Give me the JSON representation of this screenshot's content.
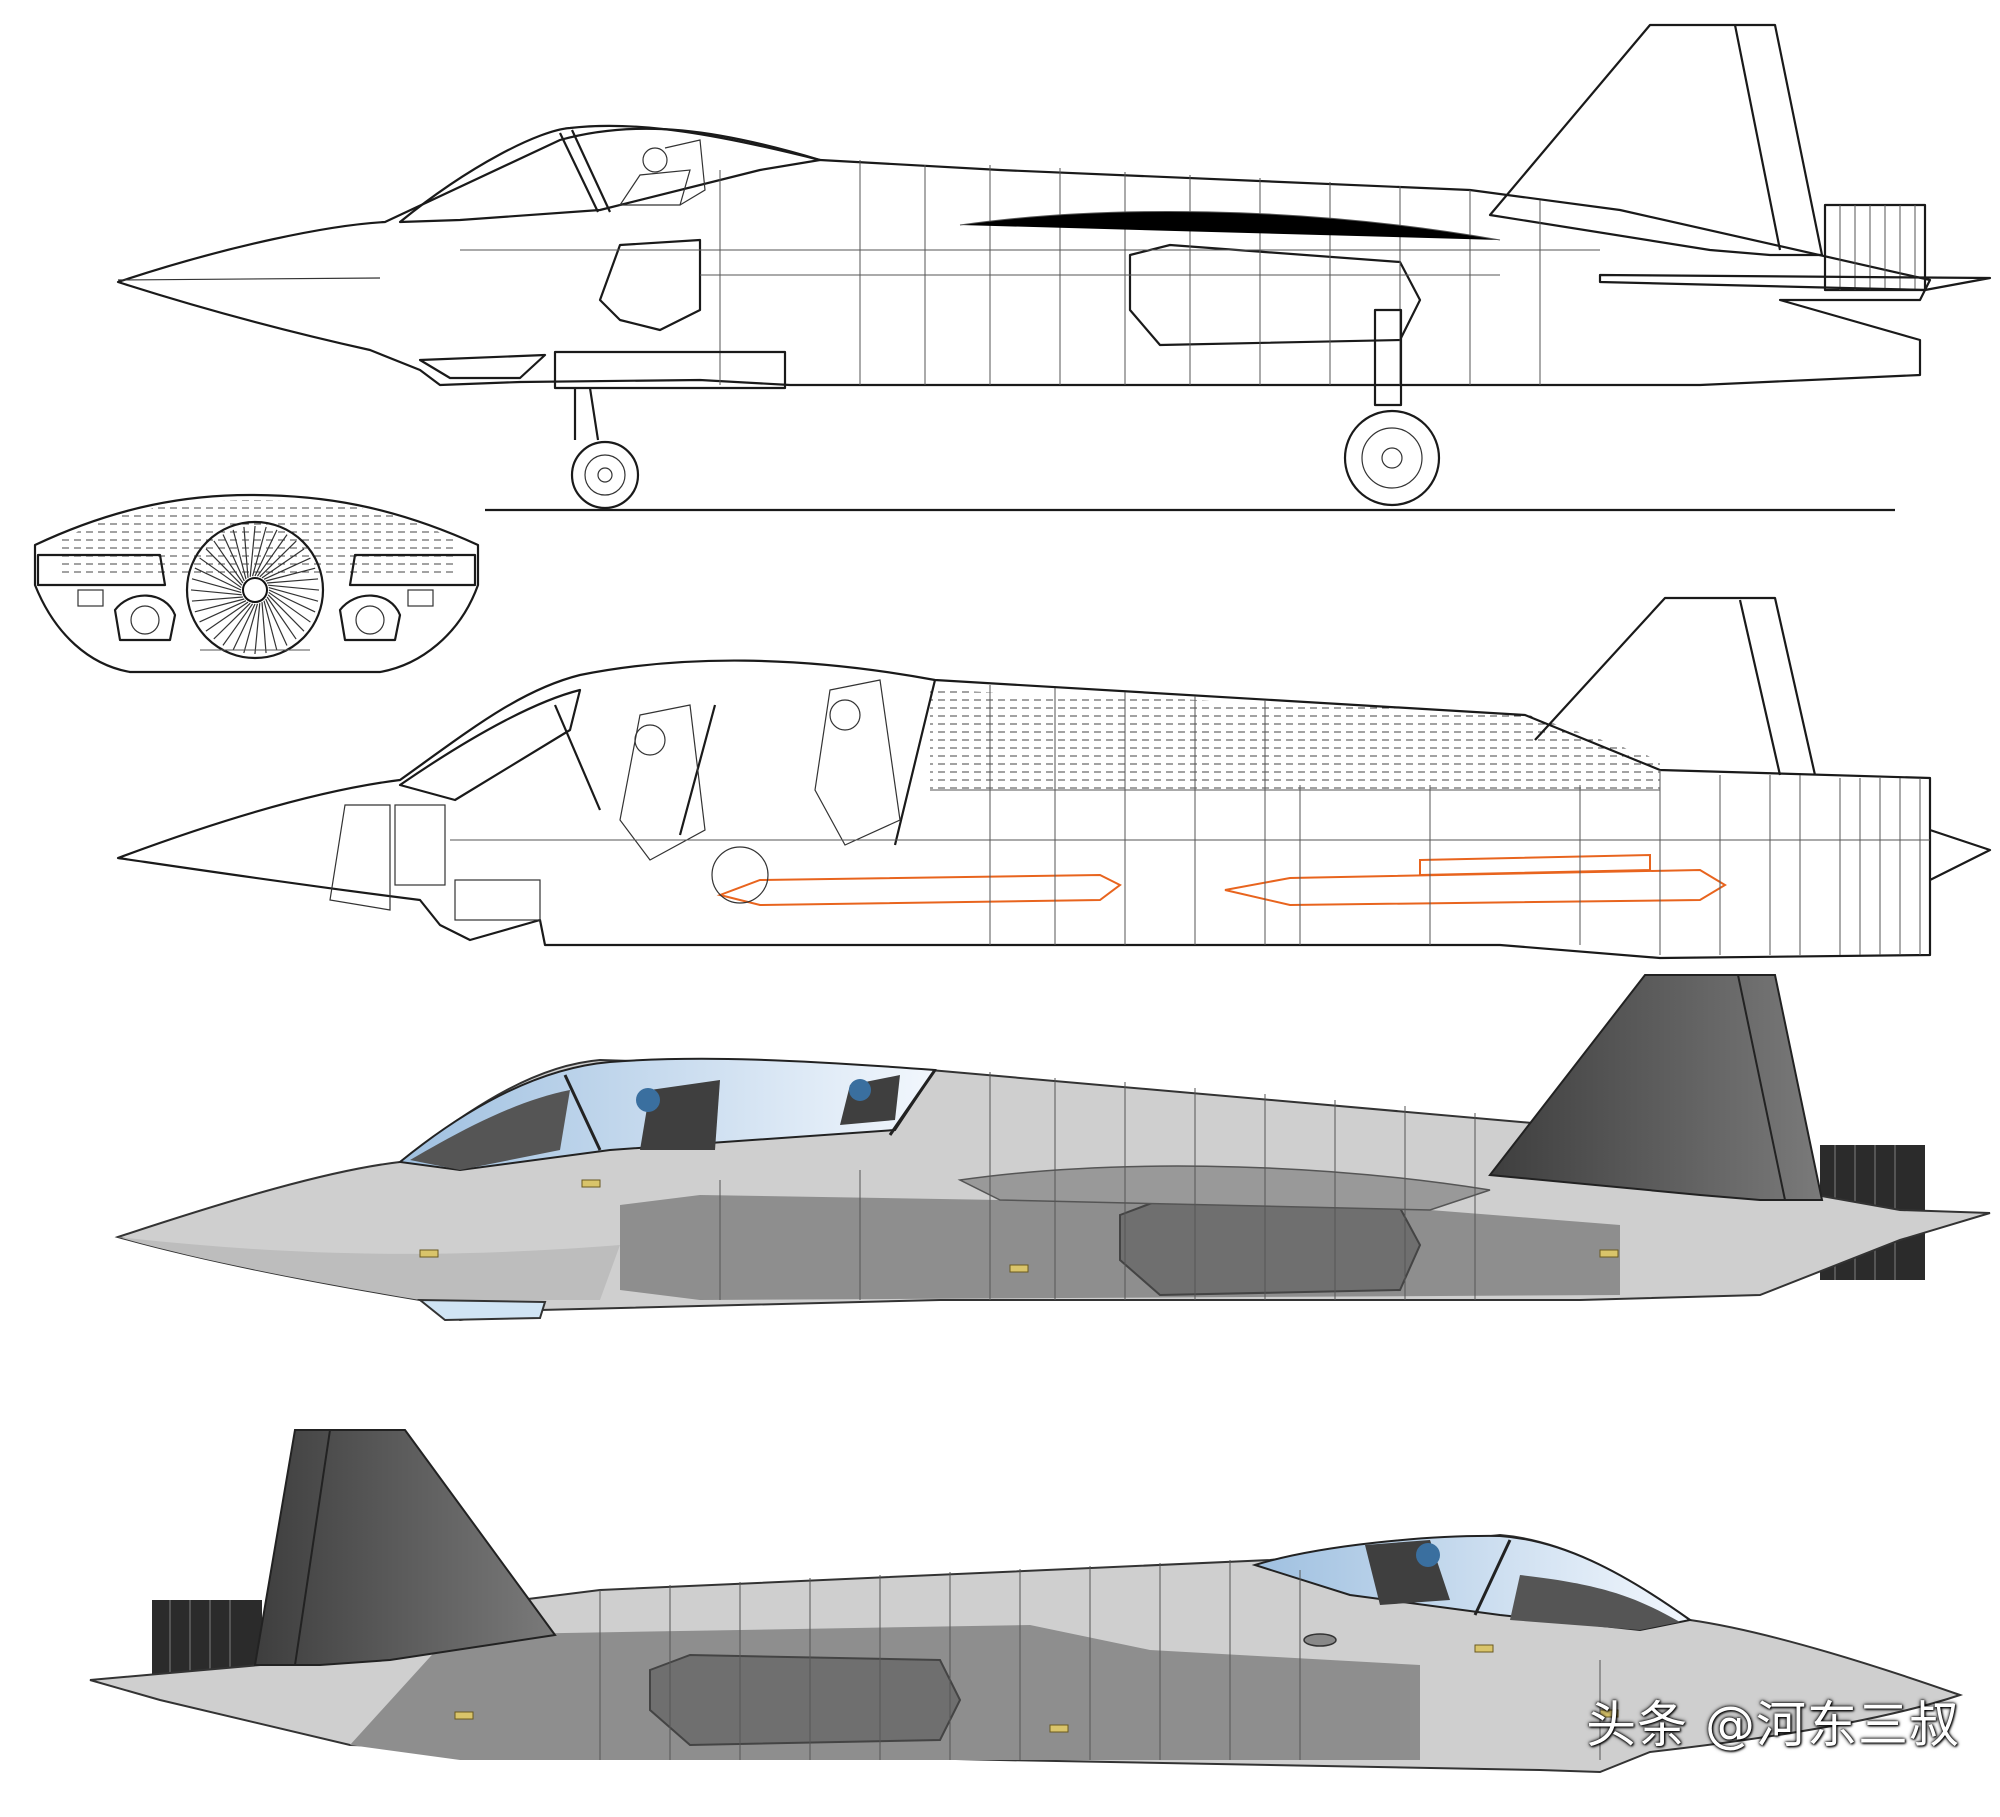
{
  "watermark": "头条 @河东三叔",
  "views": [
    {
      "name": "side-view-line-drawing-with-landing-gear"
    },
    {
      "name": "front-view-intake-fan"
    },
    {
      "name": "cutaway-view-tandem-cockpit-and-weapons-bay"
    },
    {
      "name": "side-view-shaded-facing-left-nose"
    },
    {
      "name": "side-view-shaded-facing-right-nose"
    }
  ],
  "colors": {
    "fuselage_light": "#cfcfcf",
    "fuselage_mid": "#a9a9a9",
    "fin_dark": "#5a5a5a",
    "canopy": "#cfe2f5",
    "weapons_outline": "#e8641e",
    "marker": "#d9c46a"
  }
}
